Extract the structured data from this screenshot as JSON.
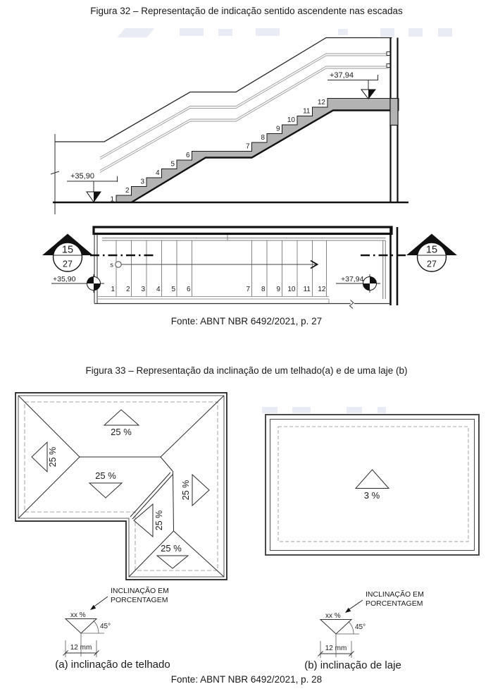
{
  "figure32": {
    "title": "Figura 32 – Representação de indicação sentido ascendente nas escadas",
    "source": "Fonte: ABNT NBR 6492/2021, p. 27",
    "steps": [
      "1",
      "2",
      "3",
      "4",
      "5",
      "6",
      "7",
      "8",
      "9",
      "10",
      "11",
      "12"
    ],
    "section": {
      "level_start": "+35,90",
      "level_end": "+37,94"
    },
    "plan": {
      "start_label": "s",
      "level_start": "+35,90",
      "level_end": "+37,94",
      "marker_left": {
        "riser": "15",
        "tread": "27"
      },
      "marker_right": {
        "riser": "15",
        "tread": "27"
      }
    }
  },
  "figure33": {
    "title": "Figura 33 – Representação da inclinação de um telhado(a) e de uma laje (b)",
    "source": "Fonte: ABNT NBR 6492/2021, p. 28",
    "roof": {
      "slopes": [
        "25 %",
        "25 %",
        "25 %",
        "25 %",
        "25 %",
        "25 %"
      ]
    },
    "slab": {
      "slope": "3 %"
    },
    "detail_a": {
      "note_line1": "INCLINAÇÃO EM",
      "note_line2": "PORCENTAGEM",
      "value": "xx %",
      "angle": "45°",
      "width": "12 mm",
      "caption": "(a) inclinação de telhado"
    },
    "detail_b": {
      "note_line1": "INCLINAÇÃO EM",
      "note_line2": "PORCENTAGEM",
      "value": "xx %",
      "angle": "45°",
      "width": "12 mm",
      "caption": "(b) inclinação de laje"
    }
  },
  "colors": {
    "ink": "#1a1a1a",
    "stair_fill": "#b3b3b3"
  }
}
